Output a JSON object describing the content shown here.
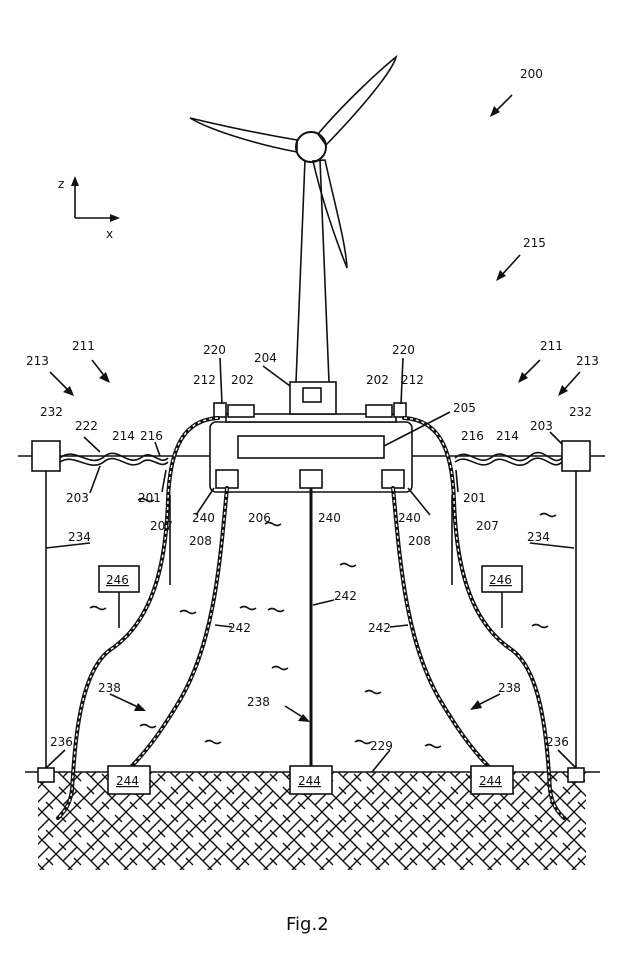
{
  "figure": {
    "caption": "Fig.2",
    "axes": {
      "z": "z",
      "x": "x"
    },
    "labels": {
      "l200": "200",
      "l215": "215",
      "l211_left": "211",
      "l211_right": "211",
      "l213_left": "213",
      "l213_right": "213",
      "l220_left": "220",
      "l220_right": "220",
      "l204": "204",
      "l212_left": "212",
      "l202_left": "202",
      "l202_right": "202",
      "l212_right": "212",
      "l205": "205",
      "l232_left": "232",
      "l232_right": "232",
      "l222": "222",
      "l214_left": "214",
      "l216_left": "216",
      "l216_right": "216",
      "l214_right": "214",
      "l203_right": "203",
      "l203_left": "203",
      "l201_left": "201",
      "l201_right": "201",
      "l207_left": "207",
      "l207_right": "207",
      "l208_left": "208",
      "l208_right": "208",
      "l206": "206",
      "l240_left": "240",
      "l240_mid": "240",
      "l240_right": "240",
      "l234_left": "234",
      "l234_right": "234",
      "l242_left": "242",
      "l242_mid": "242",
      "l242_right": "242",
      "l238_left": "238",
      "l238_mid": "238",
      "l238_right": "238",
      "l236_left": "236",
      "l236_right": "236",
      "l229": "229"
    },
    "boxes": {
      "b246_left": "246",
      "b246_right": "246",
      "b244_left": "244",
      "b244_mid": "244",
      "b244_right": "244"
    }
  }
}
